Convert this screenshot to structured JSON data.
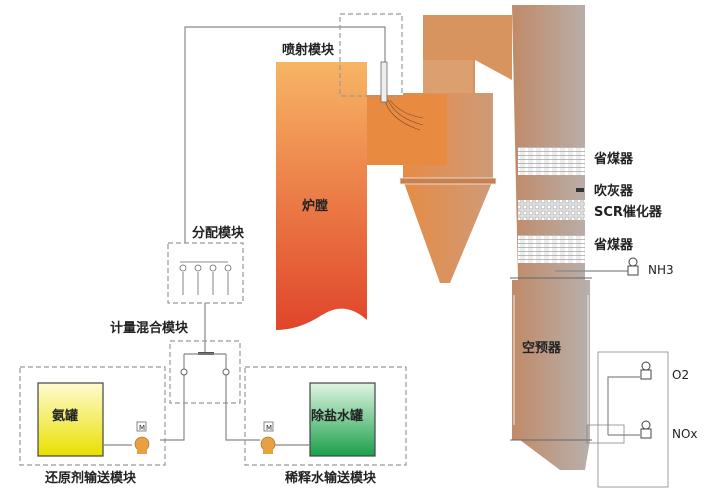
{
  "labels": {
    "injection_module": "喷射模块",
    "furnace": "炉膛",
    "distribution_module": "分配模块",
    "metering_mixing_module": "计量混合模块",
    "ammonia_tank": "氨罐",
    "demin_water_tank": "除盐水罐",
    "reductant_delivery_module": "还原剂输送模块",
    "dilution_water_module": "稀释水输送模块",
    "economizer_upper": "省煤器",
    "soot_blower": "吹灰器",
    "scr_catalyst": "SCR催化器",
    "economizer_lower": "省煤器",
    "nh3_analyzer": "NH3",
    "air_preheater": "空预器",
    "o2_analyzer": "O2",
    "nox_analyzer": "NOx",
    "motor_left": "M",
    "motor_right": "M"
  },
  "colors": {
    "furnace_top": "#f7b565",
    "furnace_bottom": "#e0452a",
    "cyclone": "#d88e58",
    "tower": "#c89a7e",
    "ammonia_top": "#fffbd0",
    "ammonia_bottom": "#e8e000",
    "water_top": "#dff5e3",
    "water_bottom": "#1aa04a",
    "pump": "#e9a040"
  }
}
